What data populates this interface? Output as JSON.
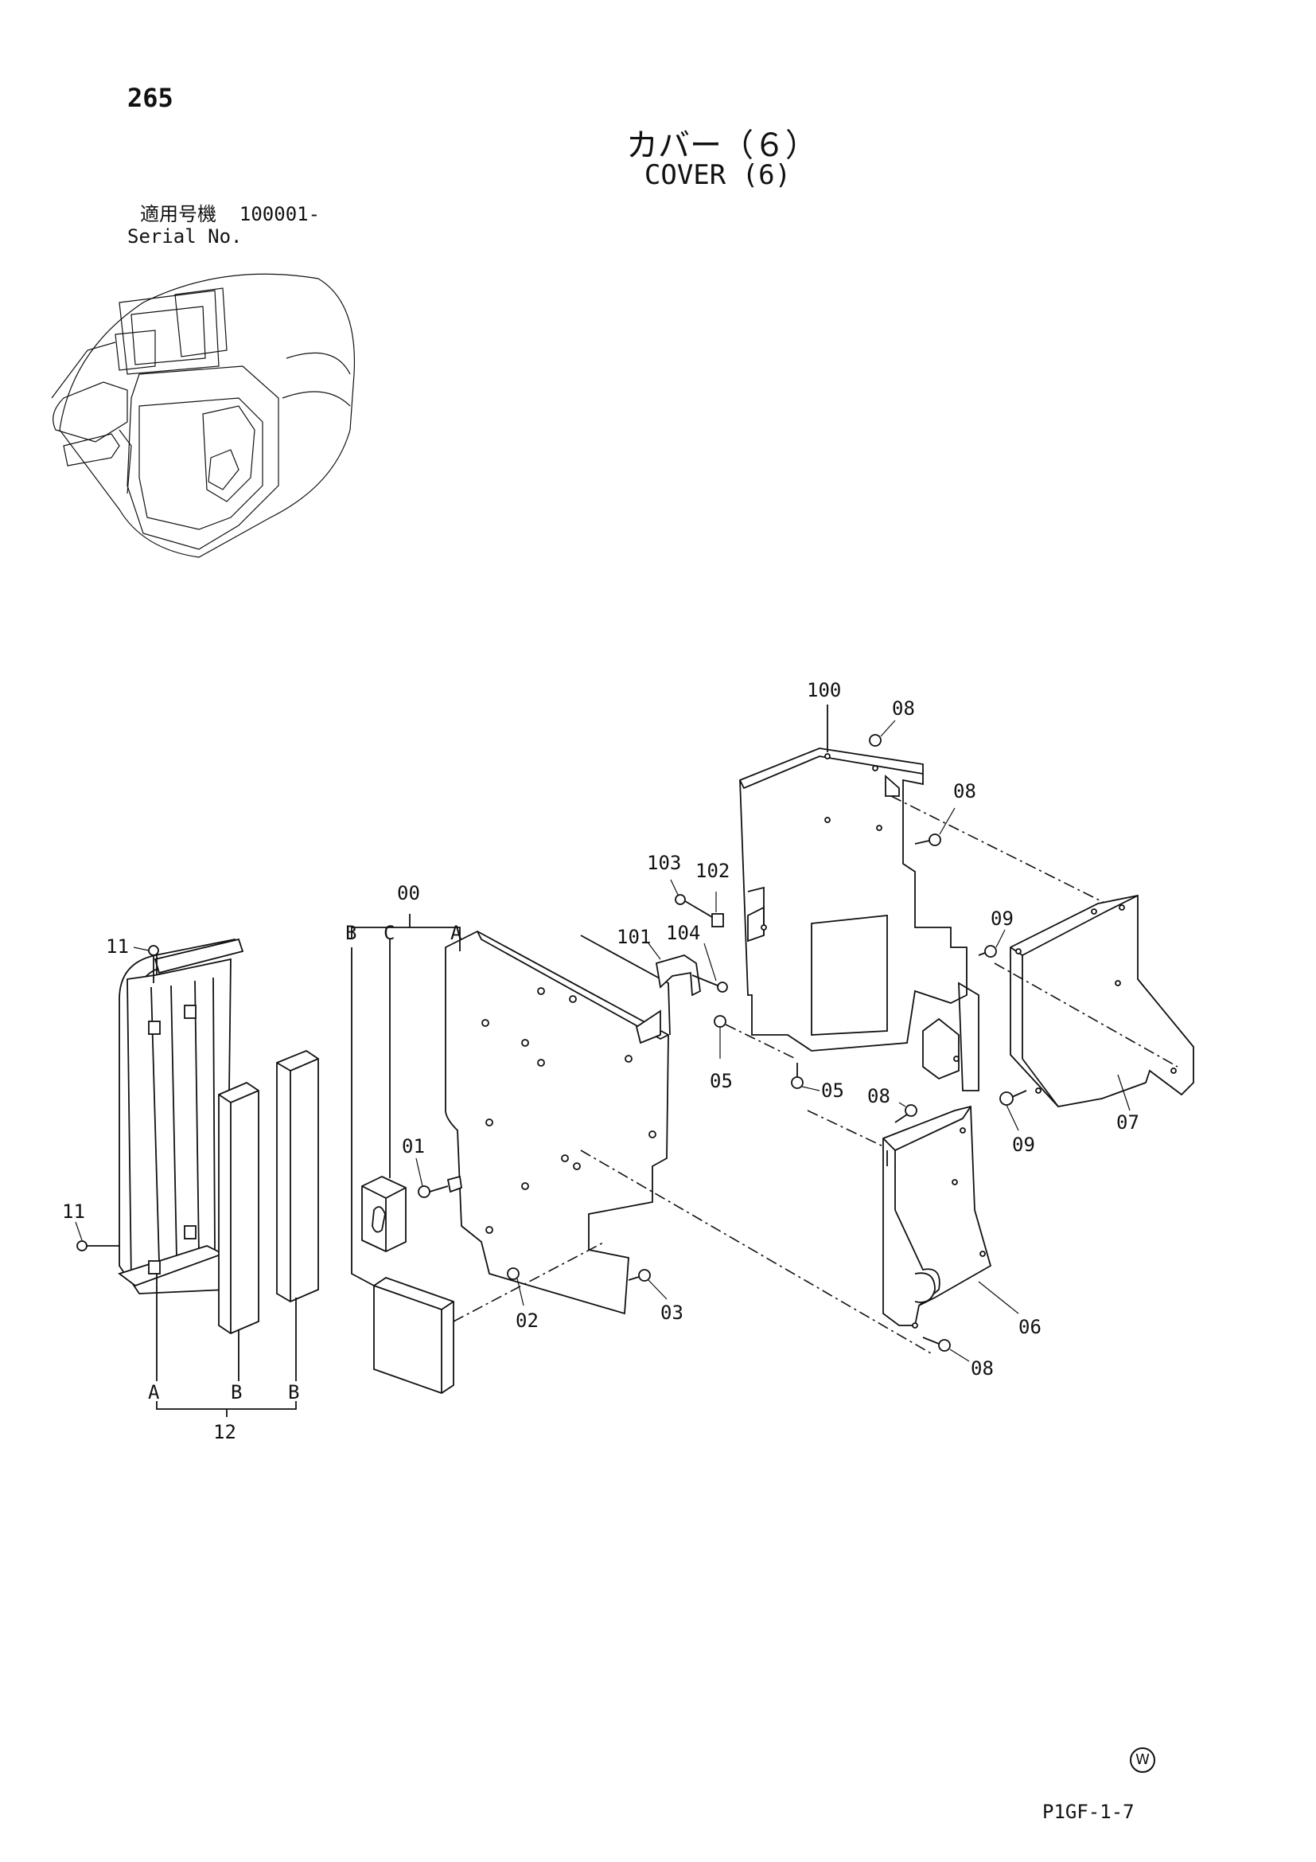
{
  "header": {
    "page_number": "265",
    "title_jp": "カバー（６）",
    "title_en": "COVER (6)",
    "serial_label_jp": "適用号機",
    "serial_range": "100001-",
    "serial_label_en": "Serial No."
  },
  "callouts": {
    "c00": "00",
    "cA1": "A",
    "cB1": "B",
    "cC1": "C",
    "c01": "01",
    "c02": "02",
    "c03": "03",
    "c05a": "05",
    "c05b": "05",
    "c06": "06",
    "c07": "07",
    "c08a": "08",
    "c08b": "08",
    "c08c": "08",
    "c08d": "08",
    "c09a": "09",
    "c09b": "09",
    "c11a": "11",
    "c11b": "11",
    "c12": "12",
    "cA2": "A",
    "cB2": "B",
    "cB3": "B",
    "c100": "100",
    "c101": "101",
    "c102": "102",
    "c103": "103",
    "c104": "104"
  },
  "footer": {
    "reference_mark": "W",
    "drawing_code": "P1GF-1-7"
  }
}
